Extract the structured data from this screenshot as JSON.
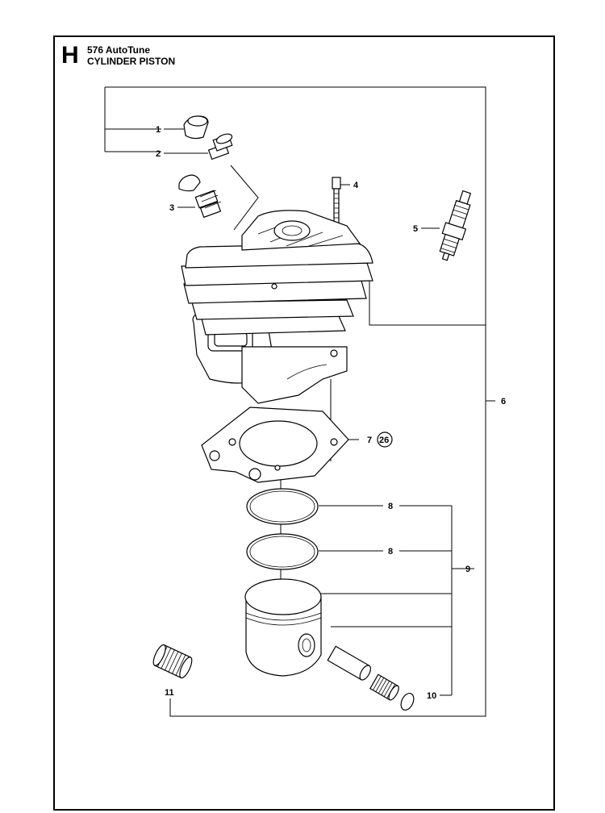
{
  "header": {
    "section_letter": "H",
    "model": "576 AutoTune",
    "title": "CYLINDER PISTON"
  },
  "callouts": {
    "c1": "1",
    "c2": "2",
    "c3": "3",
    "c4": "4",
    "c5": "5",
    "c6": "6",
    "c7": "7",
    "c7_ref": "26",
    "c8a": "8",
    "c8b": "8",
    "c9": "9",
    "c10": "10",
    "c11": "11"
  },
  "colors": {
    "line": "#000000",
    "background": "#ffffff"
  }
}
